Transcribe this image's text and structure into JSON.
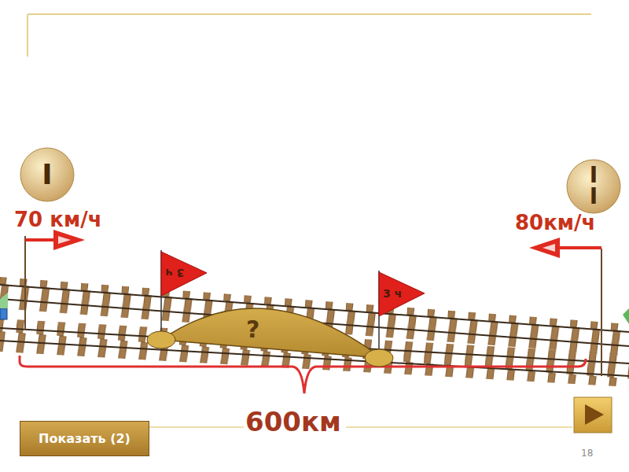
{
  "diagram": {
    "nodes": [
      {
        "text": [
          "I"
        ]
      },
      {
        "text": [
          "II"
        ]
      },
      {
        "text": [
          "3 ч"
        ]
      },
      {
        "text": [
          "3 ч"
        ]
      },
      {
        "text": [
          "?"
        ]
      },
      {
        "text": [
          "Показать (2)"
        ]
      }
    ],
    "labels": [
      "70 км/ч",
      "80км/ч",
      "600км",
      "18"
    ]
  }
}
